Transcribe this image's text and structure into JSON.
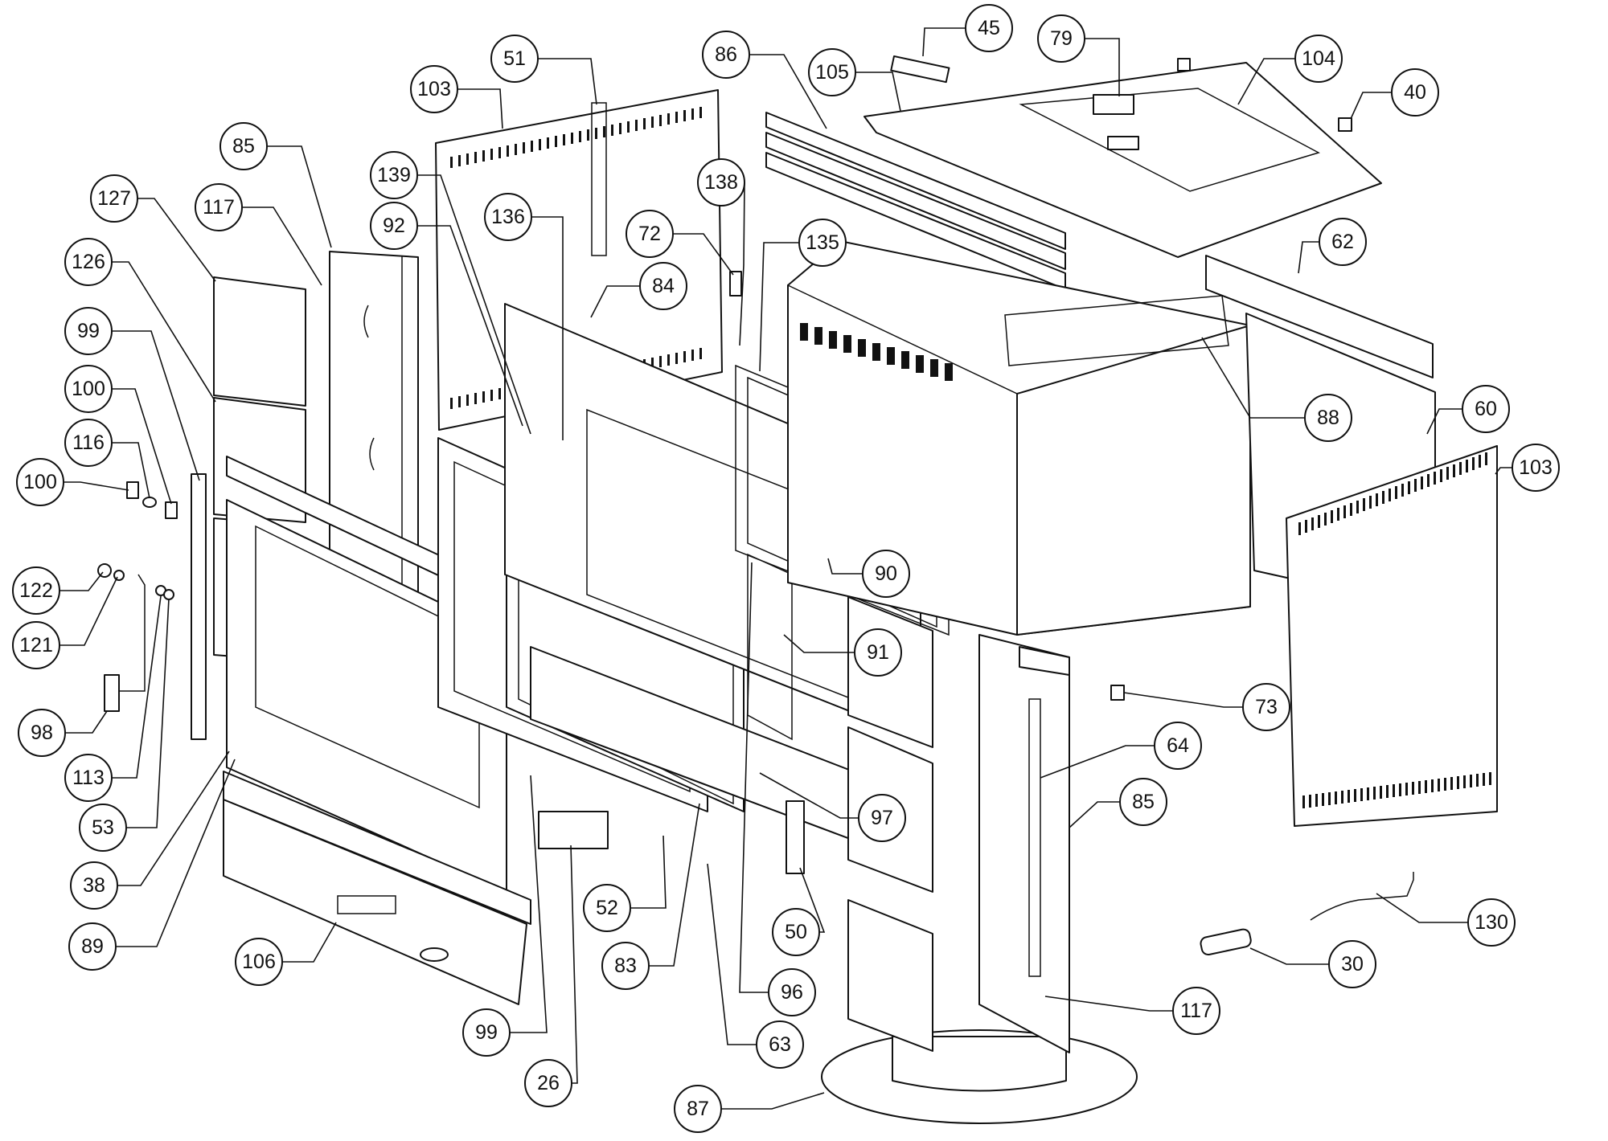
{
  "callouts": [
    {
      "id": "c-45",
      "label": "45"
    },
    {
      "id": "c-79",
      "label": "79"
    },
    {
      "id": "c-51",
      "label": "51"
    },
    {
      "id": "c-86",
      "label": "86"
    },
    {
      "id": "c-105",
      "label": "105"
    },
    {
      "id": "c-104",
      "label": "104"
    },
    {
      "id": "c-40",
      "label": "40"
    },
    {
      "id": "c-103a",
      "label": "103"
    },
    {
      "id": "c-85a",
      "label": "85"
    },
    {
      "id": "c-139",
      "label": "139"
    },
    {
      "id": "c-138",
      "label": "138"
    },
    {
      "id": "c-127",
      "label": "127"
    },
    {
      "id": "c-117a",
      "label": "117"
    },
    {
      "id": "c-92",
      "label": "92"
    },
    {
      "id": "c-136",
      "label": "136"
    },
    {
      "id": "c-72",
      "label": "72"
    },
    {
      "id": "c-135",
      "label": "135"
    },
    {
      "id": "c-62",
      "label": "62"
    },
    {
      "id": "c-126",
      "label": "126"
    },
    {
      "id": "c-84",
      "label": "84"
    },
    {
      "id": "c-99a",
      "label": "99"
    },
    {
      "id": "c-100a",
      "label": "100"
    },
    {
      "id": "c-88",
      "label": "88"
    },
    {
      "id": "c-60",
      "label": "60"
    },
    {
      "id": "c-116",
      "label": "116"
    },
    {
      "id": "c-100b",
      "label": "100"
    },
    {
      "id": "c-103b",
      "label": "103"
    },
    {
      "id": "c-90",
      "label": "90"
    },
    {
      "id": "c-122",
      "label": "122"
    },
    {
      "id": "c-121",
      "label": "121"
    },
    {
      "id": "c-91",
      "label": "91"
    },
    {
      "id": "c-73",
      "label": "73"
    },
    {
      "id": "c-98",
      "label": "98"
    },
    {
      "id": "c-64",
      "label": "64"
    },
    {
      "id": "c-113",
      "label": "113"
    },
    {
      "id": "c-97",
      "label": "97"
    },
    {
      "id": "c-85b",
      "label": "85"
    },
    {
      "id": "c-53",
      "label": "53"
    },
    {
      "id": "c-38",
      "label": "38"
    },
    {
      "id": "c-52",
      "label": "52"
    },
    {
      "id": "c-50",
      "label": "50"
    },
    {
      "id": "c-130",
      "label": "130"
    },
    {
      "id": "c-89",
      "label": "89"
    },
    {
      "id": "c-106",
      "label": "106"
    },
    {
      "id": "c-83",
      "label": "83"
    },
    {
      "id": "c-30",
      "label": "30"
    },
    {
      "id": "c-96",
      "label": "96"
    },
    {
      "id": "c-117b",
      "label": "117"
    },
    {
      "id": "c-99b",
      "label": "99"
    },
    {
      "id": "c-63",
      "label": "63"
    },
    {
      "id": "c-26",
      "label": "26"
    },
    {
      "id": "c-87",
      "label": "87"
    }
  ]
}
